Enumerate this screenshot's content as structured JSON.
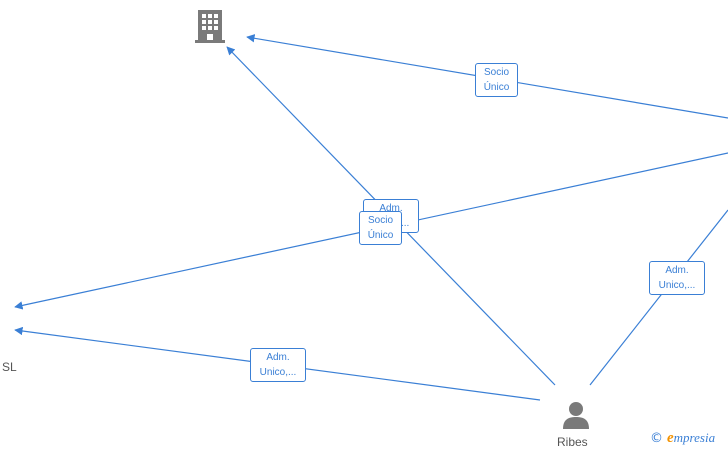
{
  "nodes": {
    "person": {
      "label": "Ribes"
    },
    "company_left": {
      "label": "SL"
    }
  },
  "edges": [
    {
      "id": "socio-top",
      "line1": "Socio",
      "line2": "Único"
    },
    {
      "id": "adm-center",
      "line1": "Adm.",
      "line2": "Unico,..."
    },
    {
      "id": "socio-center",
      "line1": "Socio",
      "line2": "Único"
    },
    {
      "id": "adm-right",
      "line1": "Adm.",
      "line2": "Unico,..."
    },
    {
      "id": "adm-bottom",
      "line1": "Adm.",
      "line2": "Unico,..."
    }
  ],
  "watermark": {
    "copyright": "©",
    "brand_first": "e",
    "brand_rest": "mpresia"
  },
  "icons": [
    "building-icon",
    "person-icon"
  ],
  "colors": {
    "edge": "#3a7fd5",
    "icon": "#7a7a7a",
    "brand_accent": "#f39200"
  }
}
